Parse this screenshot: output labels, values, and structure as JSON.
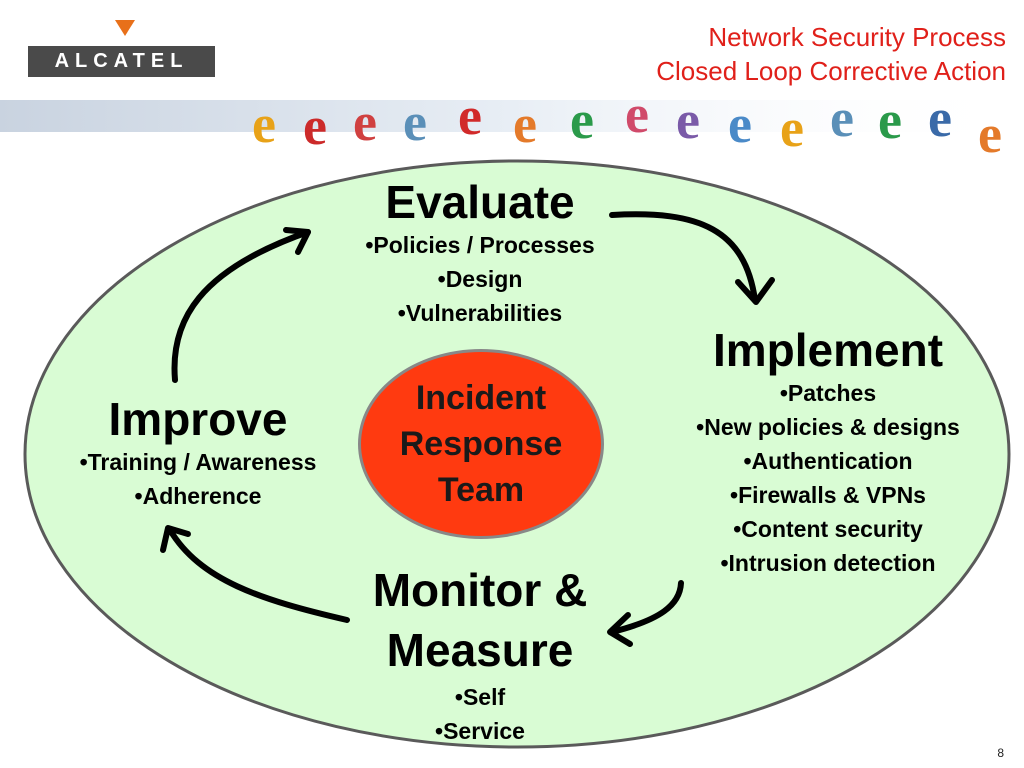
{
  "brand": {
    "logo_text": "ALCATEL",
    "accent_color": "#e8701a"
  },
  "header": {
    "title_line1": "Network Security Process",
    "title_line2": "Closed Loop Corrective Action",
    "title_color": "#e0201a"
  },
  "diagram": {
    "background_color": "#d9fcd4",
    "hub": {
      "label": "Incident\nResponse\nTeam",
      "color": "#ff3a10"
    },
    "evaluate": {
      "heading": "Evaluate",
      "items": [
        "Policies /  Processes",
        "Design",
        "Vulnerabilities"
      ]
    },
    "implement": {
      "heading": "Implement",
      "items": [
        "Patches",
        "New policies & designs",
        "Authentication",
        "Firewalls & VPNs",
        "Content security",
        "Intrusion detection"
      ]
    },
    "monitor": {
      "heading_line1": "Monitor &",
      "heading_line2": "Measure",
      "items": [
        "Self",
        "Service"
      ]
    },
    "improve": {
      "heading": "Improve",
      "items": [
        "Training / Awareness",
        "Adherence"
      ]
    }
  },
  "page_number": "8"
}
